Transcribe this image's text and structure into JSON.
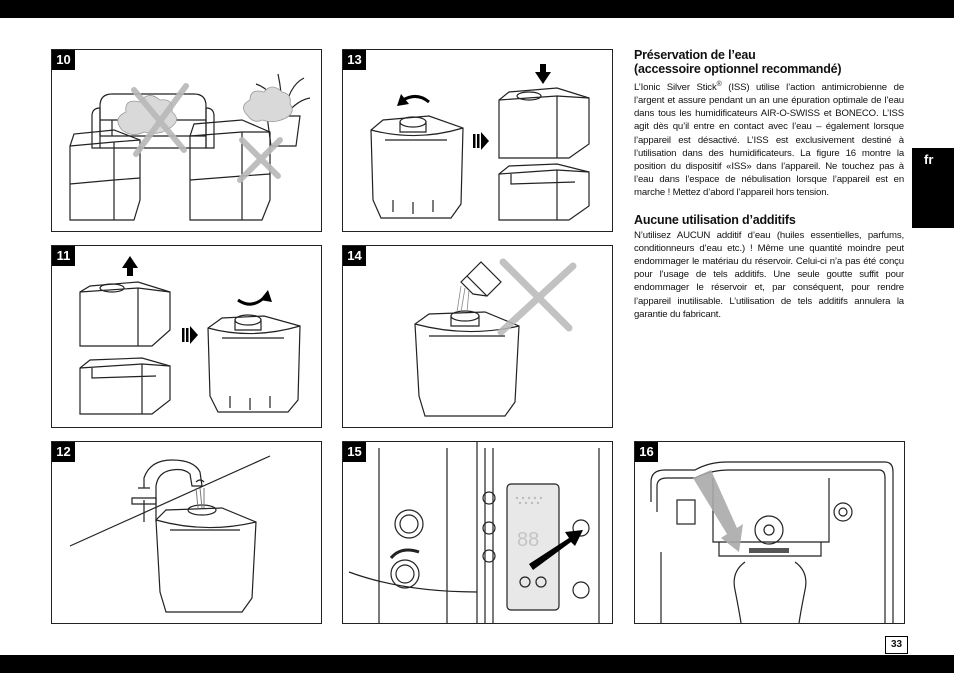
{
  "figures": {
    "f10": "10",
    "f11": "11",
    "f12": "12",
    "f13": "13",
    "f14": "14",
    "f15": "15",
    "f16": "16"
  },
  "section1": {
    "title_line1": "Préservation de l’eau",
    "title_line2": "(accessoire optionnel recommandé)",
    "body_a": "L’Ionic Silver Stick",
    "body_sup": "®",
    "body_b": " (ISS) utilise l’action antimicrobienne de l’argent et assure pendant un an une épuration optimale de l’eau dans tous les humidificateurs AIR-O-SWISS et BONECO. L’ISS agit dès qu’il entre en contact avec l’eau – également lorsque l’appareil est désactivé. L’ISS est exclusivement destiné à l’utilisation dans des humidificateurs. La figure 16 montre la position du dispositif «ISS» dans l’appareil. Ne touchez pas à l’eau dans l’espace de nébulisation lorsque l’appareil est en marche ! Mettez d’abord l’appareil hors tension."
  },
  "section2": {
    "title": "Aucune utilisation d’additifs",
    "body": "N’utilisez AUCUN additif d’eau (huiles essentielles, parfums, conditionneurs d’eau etc.) ! Même une quantité moindre peut endommager le matériau du réservoir. Celui-ci n’a pas été conçu pour l’usage de tels additifs. Une seule goutte suffit pour endommager le réservoir et, par conséquent, pour rendre l’appareil inutilisable. L’utilisation de tels additifs annulera la garantie du fabricant."
  },
  "display": {
    "digits": "88"
  },
  "language_tab": "fr",
  "page_number": "33"
}
